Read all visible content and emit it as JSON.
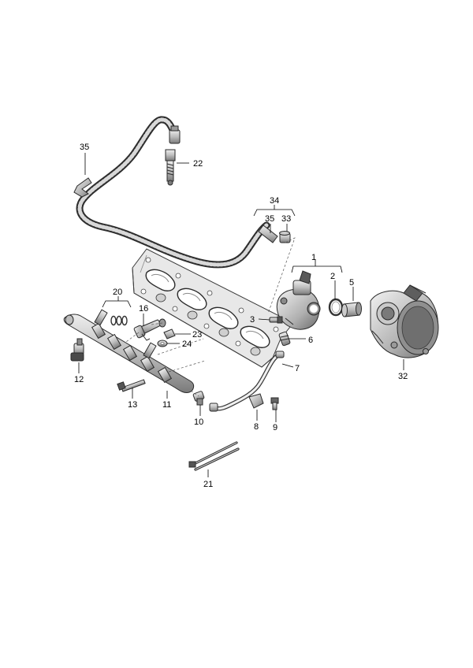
{
  "diagram": {
    "callouts": {
      "c1": "1",
      "c2": "2",
      "c3": "3",
      "c5": "5",
      "c6": "6",
      "c7": "7",
      "c8": "8",
      "c9": "9",
      "c10": "10",
      "c11": "11",
      "c12": "12",
      "c13": "13",
      "c16": "16",
      "c20": "20",
      "c21": "21",
      "c22": "22",
      "c23": "23",
      "c24": "24",
      "c32": "32",
      "c33": "33",
      "c34": "34",
      "c35_top": "35",
      "c35_group": "35"
    },
    "colors": {
      "line": "#2b2b2b",
      "metal_light": "#d9d9d9",
      "metal_mid": "#a8a8a8",
      "metal_dark": "#6e6e6e",
      "hose": "#3a3a3a"
    }
  }
}
